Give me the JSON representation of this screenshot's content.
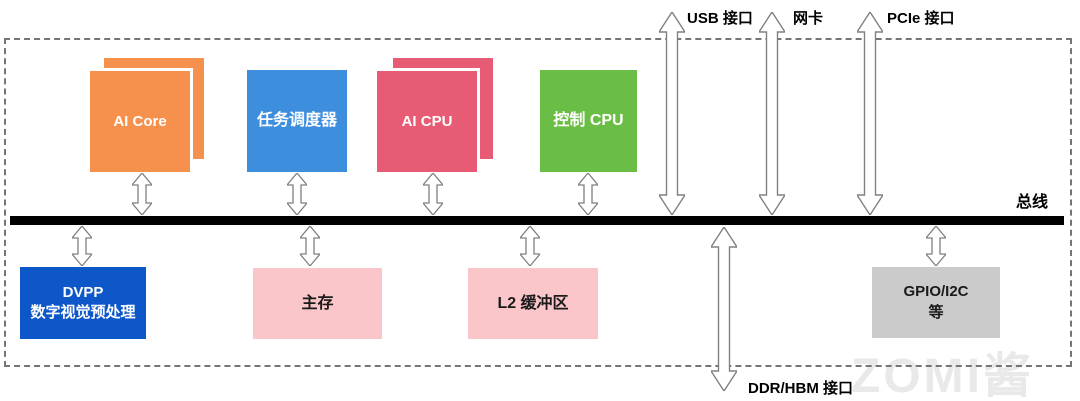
{
  "diagram": {
    "bus": {
      "label": "总线",
      "color": "#000000"
    },
    "watermark": "ZOMI酱",
    "top_blocks": [
      {
        "id": "ai-core",
        "label": "AI Core",
        "color": "#f6914d",
        "stacked": true
      },
      {
        "id": "task-scheduler",
        "label": "任务调度器",
        "color": "#3e8ede",
        "stacked": false
      },
      {
        "id": "ai-cpu",
        "label": "AI CPU",
        "color": "#e75c74",
        "stacked": true
      },
      {
        "id": "control-cpu",
        "label": "控制 CPU",
        "color": "#6bbe45",
        "stacked": false
      }
    ],
    "bottom_blocks": [
      {
        "id": "dvpp",
        "line1": "DVPP",
        "line2": "数字视觉预处理",
        "color": "#0e57c9"
      },
      {
        "id": "main-memory",
        "label": "主存",
        "color": "#fac6c9"
      },
      {
        "id": "l2-buffer",
        "label": "L2 缓冲区",
        "color": "#fac6c9"
      },
      {
        "id": "gpio-i2c",
        "line1": "GPIO/I2C",
        "line2": "等",
        "color": "#cbcbcb"
      }
    ],
    "top_interfaces": [
      {
        "id": "usb",
        "label": "USB 接口"
      },
      {
        "id": "nic",
        "label": "网卡"
      },
      {
        "id": "pcie",
        "label": "PCIe 接口"
      }
    ],
    "bottom_interface": {
      "id": "ddr-hbm",
      "label": "DDR/HBM 接口"
    }
  }
}
